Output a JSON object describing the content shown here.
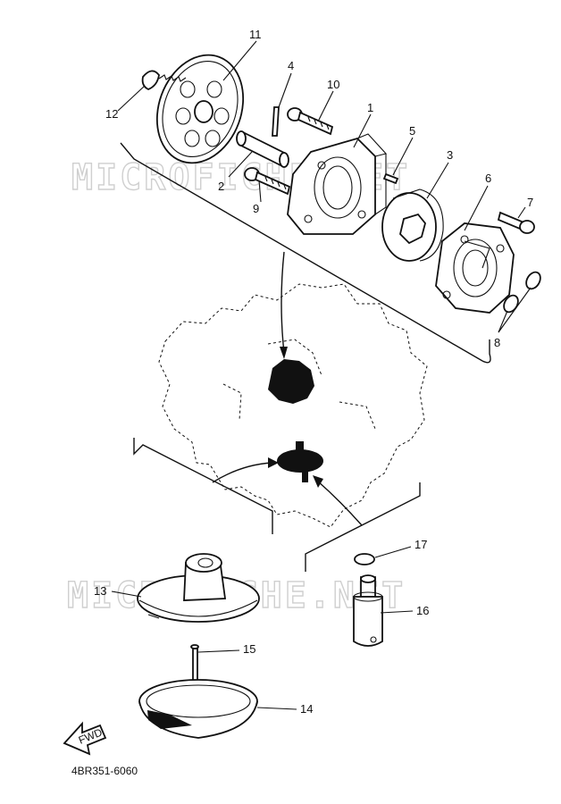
{
  "watermark": "MICROFICHE.NET",
  "drawing_code": "4BR351-6060",
  "fwd_label": "FWD",
  "callouts": {
    "c1": "1",
    "c2": "2",
    "c3": "3",
    "c4": "4",
    "c5": "5",
    "c6": "6",
    "c7": "7",
    "c8": "8",
    "c9": "9",
    "c10": "10",
    "c11": "11",
    "c12": "12",
    "c13": "13",
    "c14": "14",
    "c15": "15",
    "c16": "16",
    "c17": "17"
  }
}
